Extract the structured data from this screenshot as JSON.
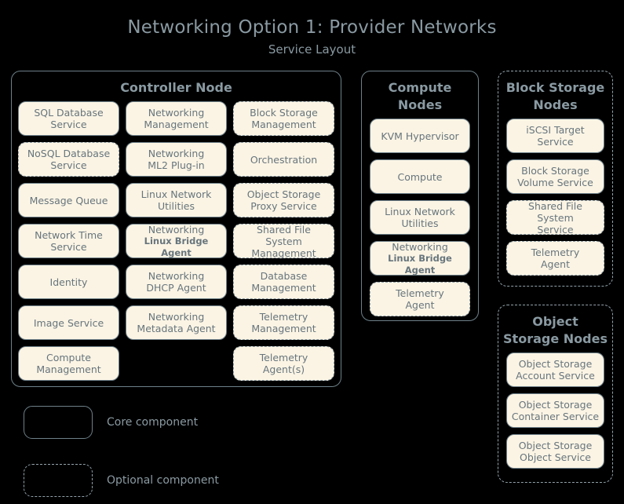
{
  "header": {
    "title": "Networking Option 1: Provider Networks",
    "subtitle": "Service Layout"
  },
  "nodes": {
    "controller": {
      "title": "Controller Node",
      "border": "solid",
      "columns": [
        [
          {
            "line1": "SQL Database",
            "line2": "Service",
            "border": "solid"
          },
          {
            "line1": "NoSQL Database",
            "line2": "Service",
            "border": "dashed"
          },
          {
            "line1": "Message Queue",
            "line2": "",
            "border": "solid"
          },
          {
            "line1": "Network Time",
            "line2": "Service",
            "border": "solid"
          },
          {
            "line1": "Identity",
            "line2": "",
            "border": "solid"
          },
          {
            "line1": "Image Service",
            "line2": "",
            "border": "solid"
          },
          {
            "line1": "Compute",
            "line2": "Management",
            "border": "solid"
          }
        ],
        [
          {
            "line1": "Networking",
            "line2": "Management",
            "border": "solid"
          },
          {
            "line1": "Networking",
            "line2": "ML2 Plug-in",
            "border": "solid"
          },
          {
            "line1": "Linux Network",
            "line2": "Utilities",
            "border": "solid"
          },
          {
            "line1": "Networking",
            "line2": "Linux Bridge Agent",
            "line2_small": true,
            "border": "solid"
          },
          {
            "line1": "Networking",
            "line2": "DHCP Agent",
            "border": "solid"
          },
          {
            "line1": "Networking",
            "line2": "Metadata Agent",
            "border": "solid"
          },
          {
            "line1": "",
            "line2": "",
            "border": "none"
          }
        ],
        [
          {
            "line1": "Block Storage",
            "line2": "Management",
            "border": "dashed"
          },
          {
            "line1": "Orchestration",
            "line2": "",
            "border": "dashed"
          },
          {
            "line1": "Object Storage",
            "line2": "Proxy Service",
            "border": "dashed"
          },
          {
            "line1": "Shared File System",
            "line2": "Management",
            "border": "dashed"
          },
          {
            "line1": "Database",
            "line2": "Management",
            "border": "dashed"
          },
          {
            "line1": "Telemetry",
            "line2": "Management",
            "border": "dashed"
          },
          {
            "line1": "Telemetry",
            "line2": "Agent(s)",
            "border": "dashed"
          }
        ]
      ]
    },
    "compute": {
      "title_line1": "Compute",
      "title_line2": "Nodes",
      "border": "solid",
      "items": [
        {
          "line1": "KVM Hypervisor",
          "line2": "",
          "border": "solid"
        },
        {
          "line1": "Compute",
          "line2": "",
          "border": "solid"
        },
        {
          "line1": "Linux Network",
          "line2": "Utilities",
          "border": "solid"
        },
        {
          "line1": "Networking",
          "line2": "Linux Bridge Agent",
          "line2_small": true,
          "border": "solid"
        },
        {
          "line1": "Telemetry",
          "line2": "Agent",
          "border": "dashed"
        }
      ]
    },
    "block_storage": {
      "title_line1": "Block Storage",
      "title_line2": "Nodes",
      "border": "dashed",
      "items": [
        {
          "line1": "iSCSI Target",
          "line2": "Service",
          "border": "solid"
        },
        {
          "line1": "Block Storage",
          "line2": "Volume Service",
          "border": "solid"
        },
        {
          "line1": "Shared File System",
          "line2": "Service",
          "border": "dashed"
        },
        {
          "line1": "Telemetry",
          "line2": "Agent",
          "border": "dashed"
        }
      ]
    },
    "object_storage": {
      "title_line1": "Object",
      "title_line2": "Storage Nodes",
      "border": "dashed",
      "items": [
        {
          "line1": "Object Storage",
          "line2": "Account Service",
          "border": "solid"
        },
        {
          "line1": "Object Storage",
          "line2": "Container Service",
          "border": "solid"
        },
        {
          "line1": "Object Storage",
          "line2": "Object Service",
          "border": "solid"
        }
      ]
    }
  },
  "legend": {
    "core_label": "Core component",
    "optional_label": "Optional component"
  },
  "colors": {
    "background": "#000000",
    "text": "#8a9aa2",
    "chip_fill": "#fbf4e4",
    "chip_text": "#67757d",
    "border": "#6e8089"
  }
}
